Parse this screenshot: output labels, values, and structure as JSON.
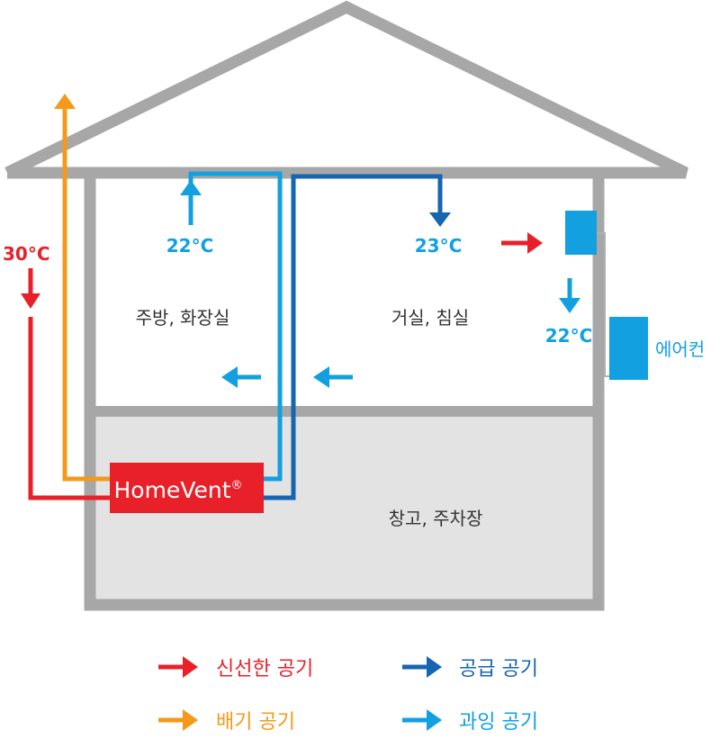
{
  "rooms": {
    "kitchen": "주방, 화장실",
    "living": "거실, 침실",
    "garage": "창고, 주차장"
  },
  "temps": {
    "outside": "30°C",
    "kitchen_vent": "22°C",
    "living_supply": "23°C",
    "ac_out": "22°C"
  },
  "device": {
    "name": "HomeVent",
    "reg": "®"
  },
  "ac_label": "에어컨",
  "legend": {
    "fresh": "신선한 공기",
    "supply": "공급 공기",
    "exhaust": "배기 공기",
    "extract": "과잉 공기"
  },
  "colors": {
    "fresh": "#e8202a",
    "exhaust": "#f39a1b",
    "supply": "#1565b0",
    "extract": "#12a0e0",
    "house": "#a7a7a7",
    "garage_fill": "#e3e3e3"
  }
}
